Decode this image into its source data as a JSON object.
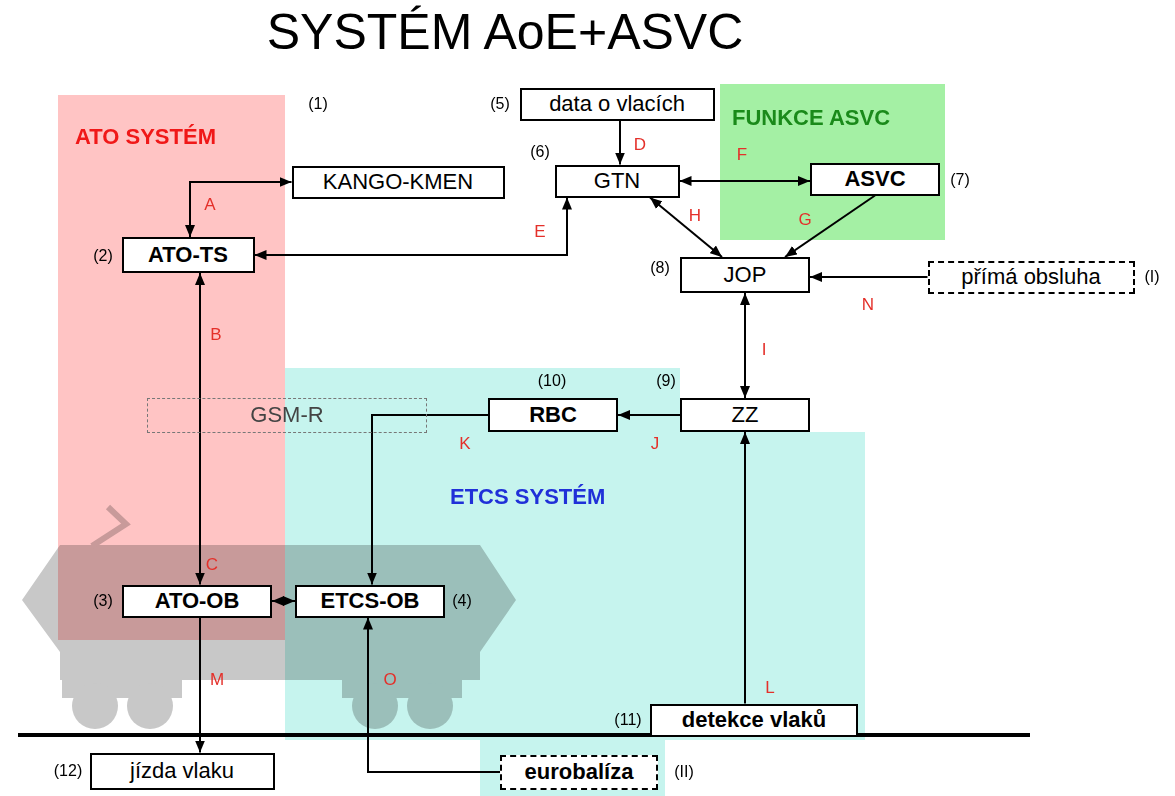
{
  "diagram": {
    "title": "SYSTÉM AoE+ASVC",
    "nodes": [
      {
        "text": [
          "ATO SYSTÉM"
        ]
      },
      {
        "text": [
          "data o vlacích"
        ]
      },
      {
        "text": [
          "FUNKCE ASVC"
        ]
      },
      {
        "text": [
          "KANGO-KMEN"
        ]
      },
      {
        "text": [
          "GTN"
        ]
      },
      {
        "text": [
          "ASVC"
        ],
        "in": 2
      },
      {
        "text": [
          "ATO-TS"
        ],
        "in": 0
      },
      {
        "text": [
          "JOP"
        ]
      },
      {
        "text": [
          "přímá obsluha"
        ]
      },
      {
        "text": [
          "ETCS SYSTÉM"
        ]
      },
      {
        "text": [
          "GSM-R"
        ]
      },
      {
        "text": [
          "RBC"
        ],
        "in": 9
      },
      {
        "text": [
          "ZZ"
        ]
      },
      {
        "text": [
          "ATO-OB"
        ],
        "in": 0
      },
      {
        "text": [
          "ETCS-OB"
        ],
        "in": 9
      },
      {
        "text": [
          "detekce vlaků"
        ],
        "in": 9
      },
      {
        "text": [
          "jízda vlaku"
        ]
      },
      {
        "text": [
          "eurobalíza"
        ],
        "in": 9
      }
    ],
    "edges": [
      {
        "from": 6,
        "to": 3,
        "arrow": "both",
        "label": "A"
      },
      {
        "from": 6,
        "to": 13,
        "arrow": "both",
        "label": "B"
      },
      {
        "from": 13,
        "to": 14,
        "arrow": "both",
        "label": "C"
      },
      {
        "from": 1,
        "to": 4,
        "arrow": "to",
        "label": "D"
      },
      {
        "from": 6,
        "to": 4,
        "arrow": "both",
        "label": "E"
      },
      {
        "from": 4,
        "to": 5,
        "arrow": "both",
        "label": "F"
      },
      {
        "from": 5,
        "to": 7,
        "arrow": "to",
        "label": "G"
      },
      {
        "from": 4,
        "to": 7,
        "arrow": "both",
        "label": "H"
      },
      {
        "from": 7,
        "to": 12,
        "arrow": "both",
        "label": "I"
      },
      {
        "from": 12,
        "to": 11,
        "arrow": "to",
        "label": "J"
      },
      {
        "from": 11,
        "to": 14,
        "arrow": "to",
        "label": "K"
      },
      {
        "from": 15,
        "to": 12,
        "arrow": "to",
        "label": "L"
      },
      {
        "from": 13,
        "to": 16,
        "arrow": "to",
        "label": "M"
      },
      {
        "from": 8,
        "to": 7,
        "arrow": "to",
        "label": "N"
      },
      {
        "from": 17,
        "to": 14,
        "arrow": "to",
        "label": "O"
      }
    ],
    "labels": [
      "(1)",
      "(2)",
      "(3)",
      "(4)",
      "(5)",
      "(6)",
      "(7)",
      "(8)",
      "(9)",
      "(10)",
      "(11)",
      "(12)",
      "(I)",
      "(II)"
    ]
  }
}
